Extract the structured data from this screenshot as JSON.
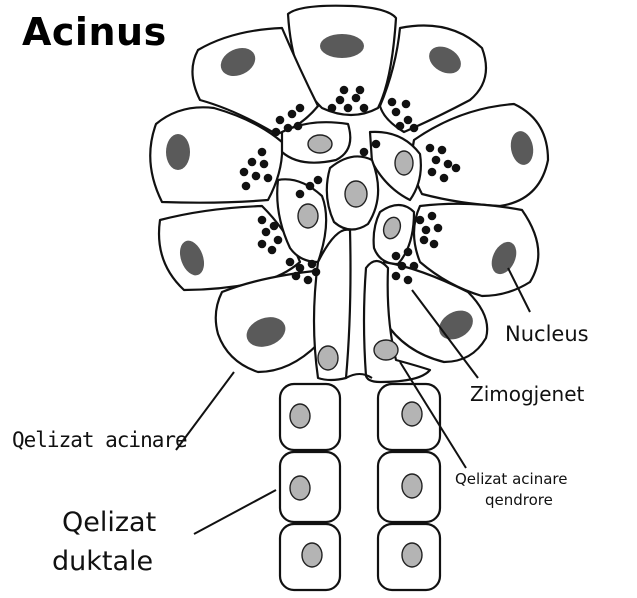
{
  "title": "Acinus",
  "labels": {
    "nucleus": "Nucleus",
    "zymogen": "Zimogjenet",
    "acinar_cells": "Qelizat acinare",
    "centroacinar_line1": "Qelizat acinare",
    "centroacinar_line2": "qendrore",
    "ductal_line1": "Qelizat",
    "ductal_line2": "duktale"
  },
  "colors": {
    "outline": "#111111",
    "nucleus_fill": "#5a5a5a",
    "inner_nucleus_fill": "#b4b4b4",
    "granule_fill": "#111111",
    "cell_fill": "#ffffff"
  }
}
